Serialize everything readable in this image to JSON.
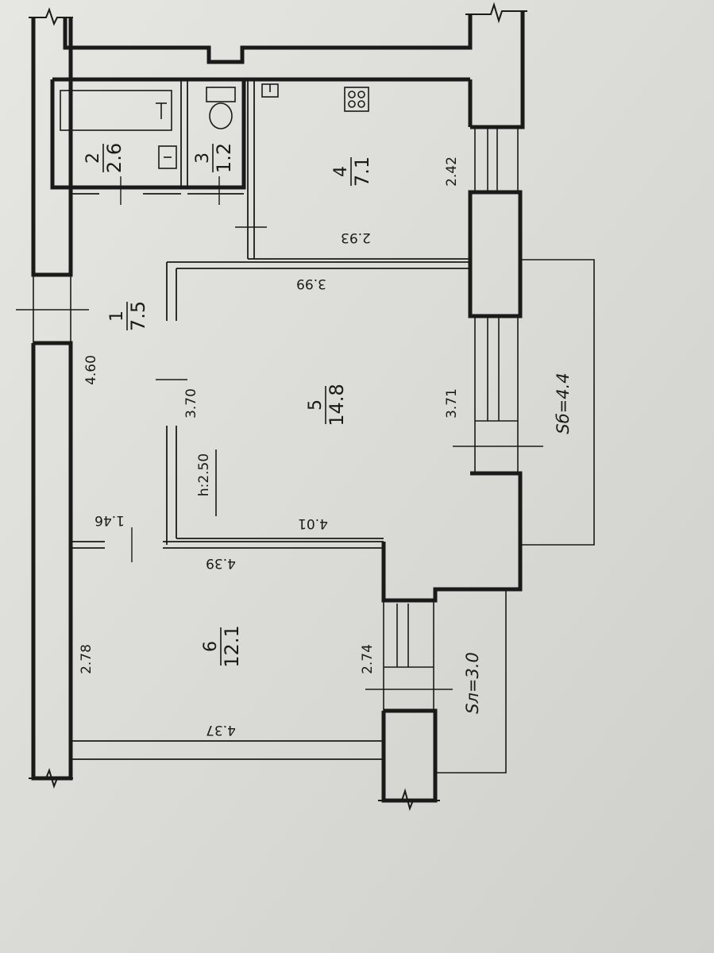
{
  "rooms": [
    {
      "id": "1",
      "number": "1",
      "area": "7.5"
    },
    {
      "id": "2",
      "number": "2",
      "area": "2.6"
    },
    {
      "id": "3",
      "number": "3",
      "area": "1.2"
    },
    {
      "id": "4",
      "number": "4",
      "area": "7.1"
    },
    {
      "id": "5",
      "number": "5",
      "area": "14.8"
    },
    {
      "id": "6",
      "number": "6",
      "area": "12.1"
    }
  ],
  "dimensions": {
    "hall_length": "4.60",
    "hall_width": "1.46",
    "kitchen_depth": "2.42",
    "kitchen_width": "2.93",
    "living_top": "3.99",
    "living_left": "3.70",
    "living_right": "3.71",
    "living_bottom": "4.01",
    "ceiling_height": "h:2.50",
    "bedroom_top": "4.39",
    "bedroom_left": "2.78",
    "bedroom_right": "2.74",
    "bedroom_bottom": "4.37"
  },
  "balconies": {
    "balcony_area": "Sб=4.4",
    "loggia_area": "Sл=3.0"
  },
  "colors": {
    "paper": "#dcdcd8",
    "ink": "#1a1a1a"
  }
}
